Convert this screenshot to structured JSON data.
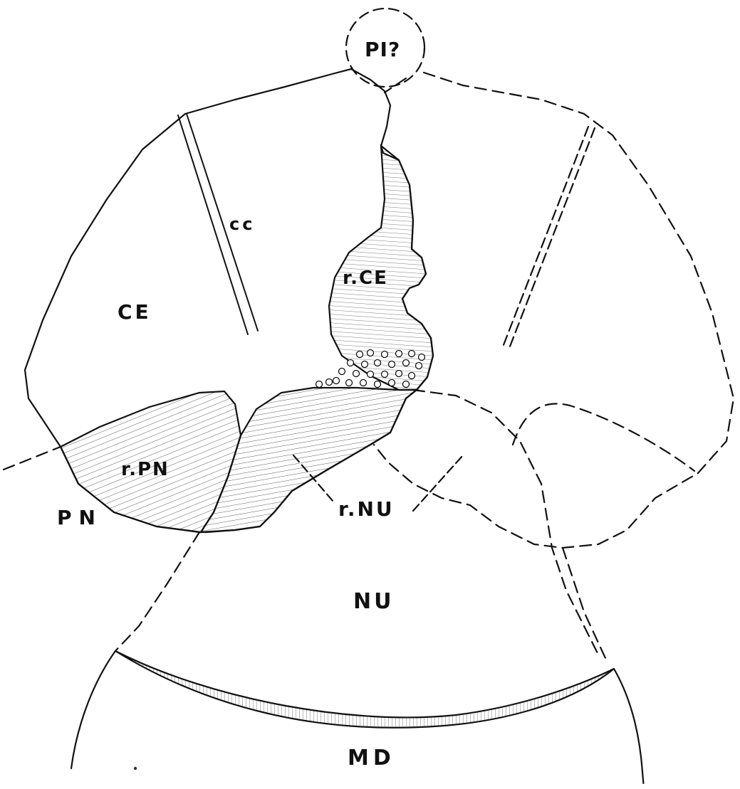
{
  "labels": {
    "pi": "PI?",
    "cc": "cc",
    "ce": "CE",
    "r_ce": "r.CE",
    "r_pn": "r.PN",
    "pn": "PN",
    "r_nu": "r.NU",
    "nu": "NU",
    "md": "MD"
  },
  "colors": {
    "ink": "#111111",
    "paper": "#ffffff",
    "stipple": "#444444"
  }
}
